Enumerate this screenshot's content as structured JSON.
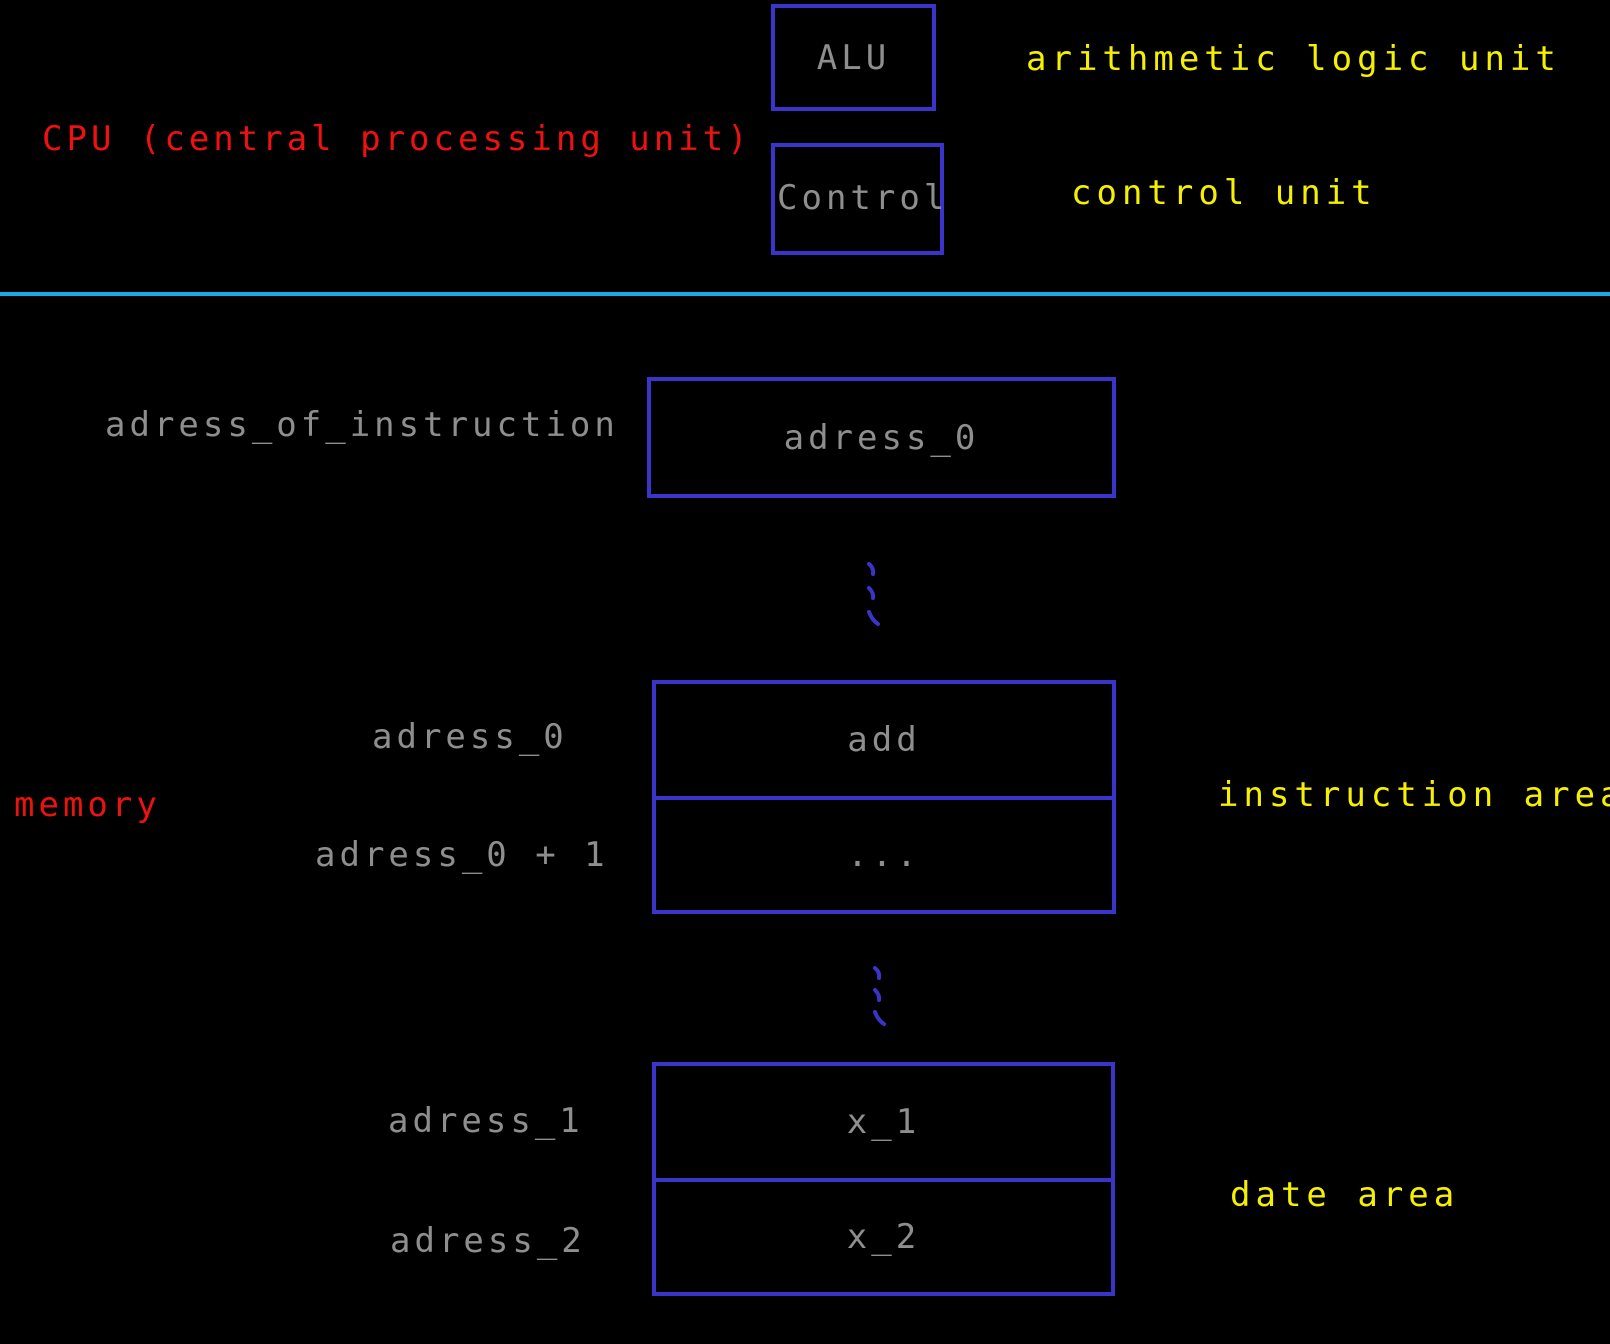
{
  "cpu": {
    "label": "CPU (central processing unit)",
    "alu": {
      "box_label": "ALU",
      "description": "arithmetic logic unit"
    },
    "control": {
      "box_label": "Control",
      "description": "control unit"
    }
  },
  "memory": {
    "label": "memory",
    "pointer": {
      "label": "adress_of_instruction",
      "value": "adress_0"
    },
    "instruction_area": {
      "label": "instruction area",
      "rows": [
        {
          "address": "adress_0",
          "value": "add"
        },
        {
          "address": "adress_0 + 1",
          "value": "..."
        }
      ]
    },
    "data_area": {
      "label": "date area",
      "rows": [
        {
          "address": "adress_1",
          "value": "x_1"
        },
        {
          "address": "adress_2",
          "value": "x_2"
        }
      ]
    }
  },
  "colors": {
    "background": "#000000",
    "heading": "#ee1111",
    "annotation": "#f4f000",
    "box_border": "#3a34c8",
    "divider": "#19a9e6",
    "text": "#8e8e8e"
  }
}
